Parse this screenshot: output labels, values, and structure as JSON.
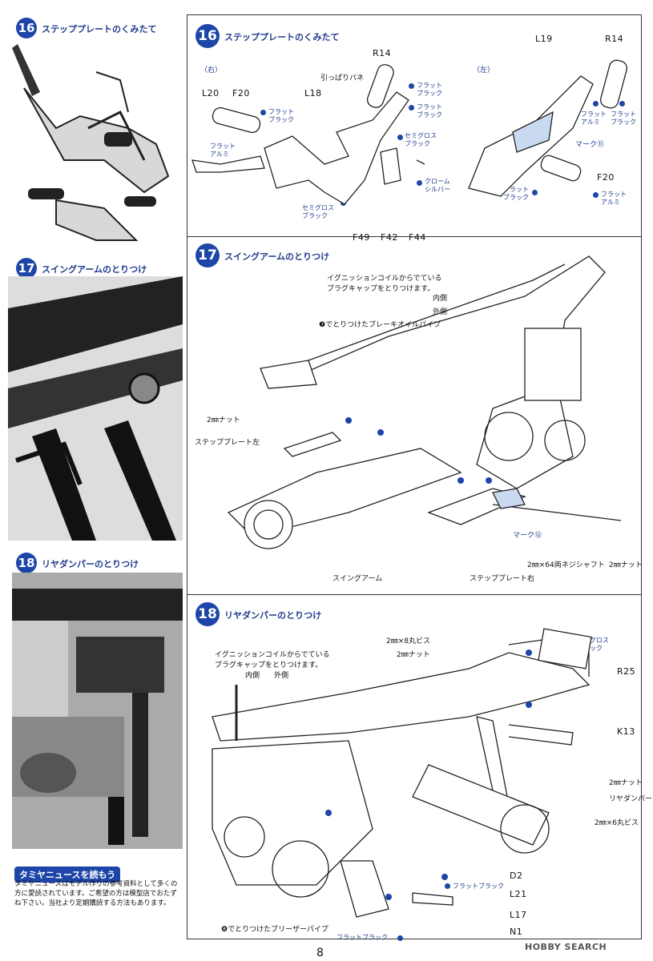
{
  "left_column": {
    "step16": {
      "num": "16",
      "title": "ステッププレートのくみたて"
    },
    "step17": {
      "num": "17",
      "title": "スイングアームのとりつけ"
    },
    "step18": {
      "num": "18",
      "title": "リヤダンパーのとりつけ"
    },
    "news": {
      "title": "タミヤニュースを読もう",
      "body": "タミヤニュースはモデル作りの参考資料として多くの方に愛読されています。ご希望の方は模型店でおたずね下さい。当社より定期購読する方法もあります。"
    }
  },
  "step16": {
    "num": "16",
    "title": "ステッププレートのくみたて",
    "right_label": "（右）",
    "left_label": "（左）",
    "parts": {
      "R14": "R14",
      "L20": "L20",
      "F20": "F20",
      "L18": "L18",
      "L19": "L19",
      "R14b": "R14",
      "F20b": "F20",
      "F49": "F49",
      "F42": "F42",
      "F44": "F44"
    },
    "labels": {
      "spring": "引っぱりバネ",
      "mark11": "マーク⑪",
      "flat_black": "フラット\nブラック",
      "flat_alumi": "フラット\nアルミ",
      "semigloss": "セミグロス\nブラック",
      "chrome": "クローム\nシルバー"
    }
  },
  "step17": {
    "num": "17",
    "title": "スイングアームのとりつけ",
    "labels": {
      "plug": "イグニッションコイルからでている\nプラグキャップをとりつけます。",
      "inner": "内側",
      "outer": "外側",
      "brake": "❼でとりつけたブレーキオイルパイプ",
      "nut2": "2㎜ナット",
      "step_left": "ステッププレート左",
      "mark12": "マーク⑫",
      "shaft": "2㎜×64両ネジシャフト",
      "nut2b": "2㎜ナット",
      "swingarm": "スイングアーム",
      "step_right": "ステッププレート右"
    }
  },
  "step18": {
    "num": "18",
    "title": "リヤダンパーのとりつけ",
    "labels": {
      "plug": "イグニッションコイルからでている\nプラグキャップをとりつけます。",
      "inner": "内側",
      "outer": "外側",
      "screw8": "2㎜×8丸ビス",
      "nut": "2㎜ナット",
      "semigloss": "セミグロス\nブラック",
      "R25": "R25",
      "K13": "K13",
      "nut2": "2㎜ナット",
      "damper": "リヤダンパー",
      "screw6": "2㎜×6丸ビス",
      "D2": "D2",
      "flat_black": "フラットブラック",
      "L21": "L21",
      "L17": "L17",
      "N1": "N1",
      "breather": "❽でとりつけたブリーザーパイプ",
      "flat_black2": "フラットブラック"
    }
  },
  "footer": {
    "page": "8",
    "watermark": "HOBBY SEARCH"
  }
}
